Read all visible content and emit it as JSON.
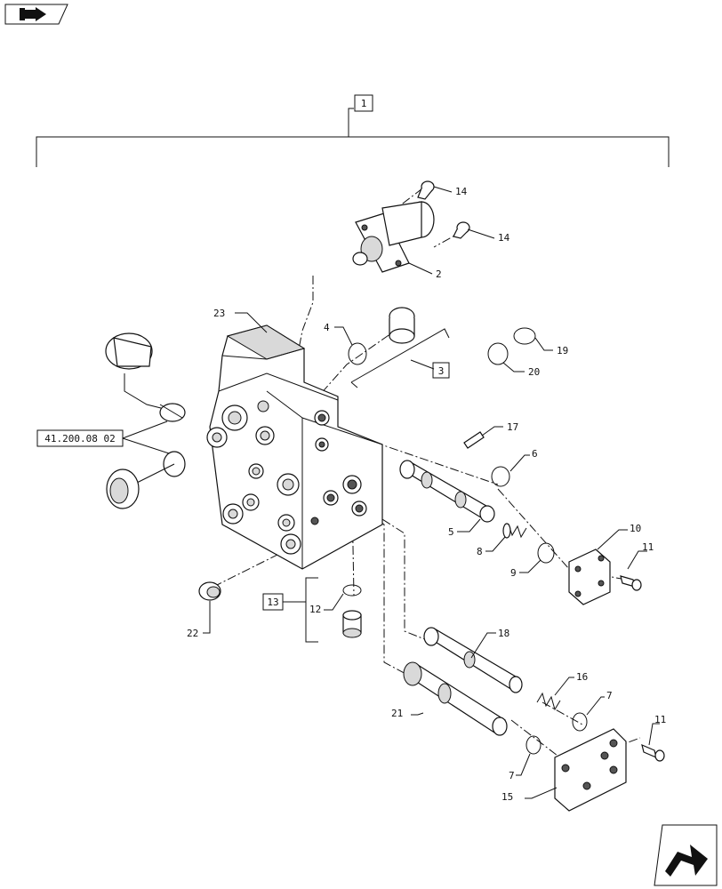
{
  "nav": {
    "back_icon": "back-arrow-icon",
    "next_icon": "next-arrow-icon"
  },
  "labels": {
    "assembly": "1",
    "p2": "2",
    "p3": "3",
    "p4": "4",
    "p5": "5",
    "p6": "6",
    "p7a": "7",
    "p7b": "7",
    "p8": "8",
    "p9": "9",
    "p10": "10",
    "p11a": "11",
    "p11b": "11",
    "p12": "12",
    "p13": "13",
    "p14a": "14",
    "p14b": "14",
    "p15": "15",
    "p16": "16",
    "p17": "17",
    "p18": "18",
    "p19": "19",
    "p20": "20",
    "p21": "21",
    "p22": "22",
    "p23": "23",
    "ref": "41.200.08 02"
  }
}
